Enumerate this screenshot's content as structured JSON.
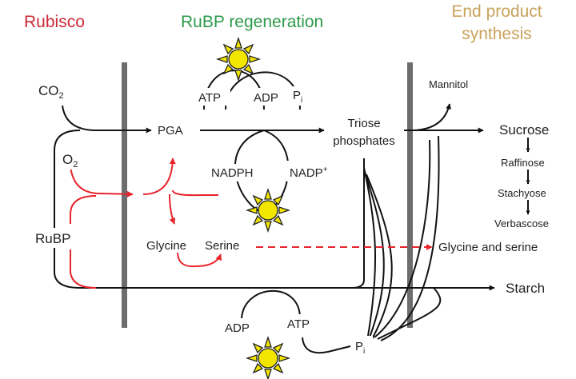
{
  "headers": {
    "rubisco": "Rubisco",
    "rubp_regeneration": "RuBP regeneration",
    "end_product_line1": "End product",
    "end_product_line2": "synthesis"
  },
  "colors": {
    "rubisco": "#cc2a36",
    "rubp_regeneration": "#2e9a4a",
    "end_product": "#c9a25c",
    "red_arrows": "#e8242b",
    "membrane": "#6d6d6d",
    "sun": "#f2e600"
  },
  "labels": {
    "co2": "CO",
    "co2_sub": "2",
    "o2": "O",
    "o2_sub": "2",
    "rubp": "RuBP",
    "pga": "PGA",
    "glycine": "Glycine",
    "serine": "Serine",
    "atp_top": "ATP",
    "adp_top": "ADP",
    "pi_top": "P",
    "pi_top_sub": "i",
    "nadph": "NADPH",
    "nadp": "NADP",
    "nadp_sup": "+",
    "triose_line1": "Triose",
    "triose_line2": "phosphates",
    "mannitol": "Mannitol",
    "sucrose": "Sucrose",
    "raffinose": "Raffinose",
    "stachyose": "Stachyose",
    "verbascose": "Verbascose",
    "glycine_serine": "Glycine and serine",
    "starch": "Starch",
    "adp_bottom": "ADP",
    "atp_bottom": "ATP",
    "pi_bottom": "P",
    "pi_bottom_sub": "i"
  },
  "icons": [
    "sun-icon",
    "sun-icon",
    "sun-icon"
  ]
}
